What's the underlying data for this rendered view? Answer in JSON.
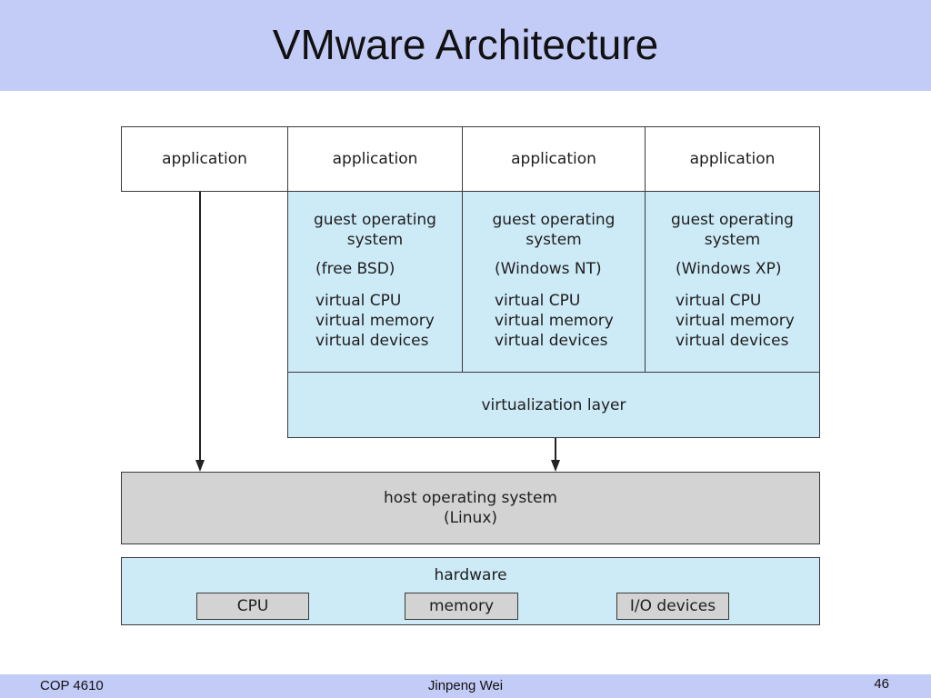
{
  "slide": {
    "title": "VMware Architecture"
  },
  "diagram": {
    "applications": [
      "application",
      "application",
      "application",
      "application"
    ],
    "guests": [
      {
        "title": "guest operating\nsystem",
        "name": "(free BSD)",
        "virtual": [
          "virtual CPU",
          "virtual memory",
          "virtual devices"
        ]
      },
      {
        "title": "guest operating\nsystem",
        "name": "(Windows NT)",
        "virtual": [
          "virtual CPU",
          "virtual memory",
          "virtual devices"
        ]
      },
      {
        "title": "guest operating\nsystem",
        "name": "(Windows XP)",
        "virtual": [
          "virtual CPU",
          "virtual memory",
          "virtual devices"
        ]
      }
    ],
    "virtualization_layer": "virtualization layer",
    "host_os": {
      "line1": "host operating system",
      "line2": "(Linux)"
    },
    "hardware": {
      "label": "hardware",
      "components": [
        "CPU",
        "memory",
        "I/O devices"
      ]
    }
  },
  "footer": {
    "course": "COP 4610",
    "author": "Jinpeng Wei",
    "page_number": "46"
  },
  "colors": {
    "title_band": "#c3cbf7",
    "guest_fill": "#cdeaf7",
    "host_fill": "#d3d3d3",
    "border": "#3a3a3a"
  }
}
